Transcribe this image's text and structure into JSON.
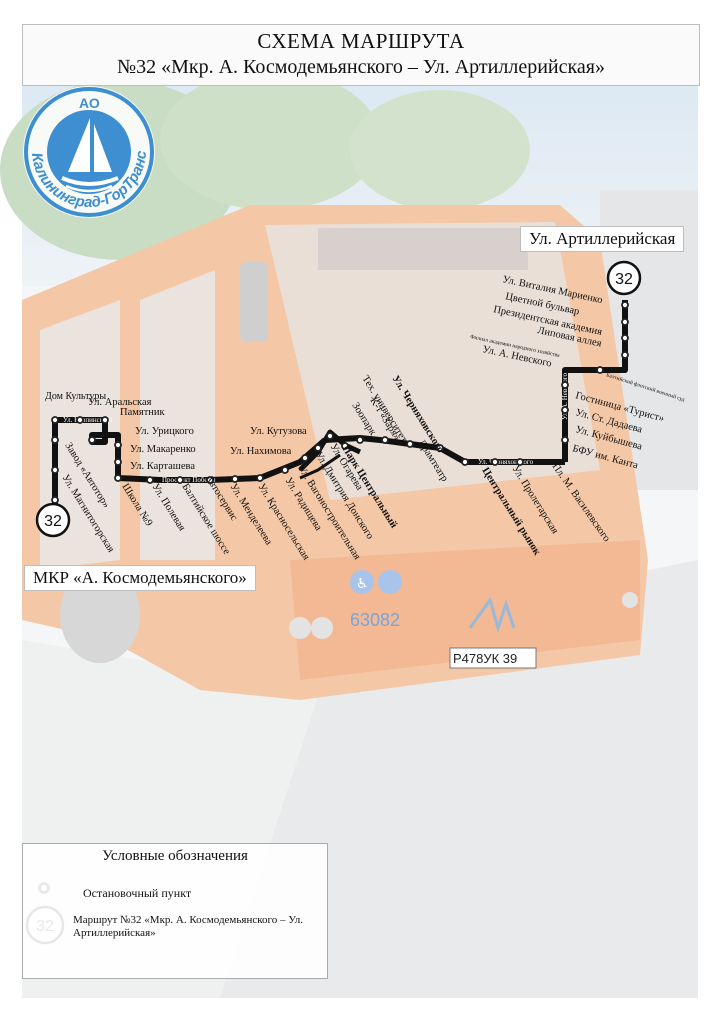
{
  "title": {
    "line1": "СХЕМА МАРШРУТА",
    "line2": "№32 «Мкр. А. Космодемьянского – Ул. Артиллерийская»"
  },
  "logo": {
    "top_text": "АО",
    "ring_text": "Калининград-ГорТранс",
    "icon": "sailboat-icon",
    "color": "#3d8fd1"
  },
  "route": {
    "number": "32",
    "line_color": "#111111",
    "start_label": "МКР «А. Космодемьянского»",
    "end_label": "Ул. Артиллерийская"
  },
  "bus": {
    "plate": "Р478УК 39",
    "fleet_number": "63082",
    "body_color": "#e8742c"
  },
  "stops": {
    "dom_kultury": "Дом Культуры",
    "aralskaya": "Ул. Аральская",
    "pamyatnik": "Памятник",
    "karpinsky_street": "Ул. Карпинского",
    "uritskogo": "Ул. Урицкого",
    "makarenko": "Ул. Макаренко",
    "kartasheva": "Ул. Карташева",
    "kutuzova": "Ул. Кутузова",
    "nakhimova": "Ул. Нахимова",
    "zavod_avtotor": "Завод «Автотор»",
    "magnitogorskaya": "Ул. Магнитогорская",
    "shkola9": "Школа №9",
    "polevaya": "Ул. Полевая",
    "baltiyskoe_shosse": "Балтийское шоссе",
    "avtoservis": "Автосервис",
    "mendeleeva": "Ул. Менделеева",
    "krasnoselskaya": "Ул. Красносельская",
    "radishcheva": "Ул. Радищева",
    "vagonostroitelnaya": "Ул. Вагоностроительная",
    "dmitriya_donskogo": "Ул. Дмитрия Донского",
    "ogareva": "Ул. Огарева",
    "park_centralny": "Парк Центральный",
    "kt_zarya": "К-т «Заря»",
    "zoopark": "Зоопарк",
    "tekh_universitet": "Тех. университет",
    "dramteatr": "Драмтеатр",
    "chernyakhovskogo": "Ул. Черняховского",
    "centralny_rynok": "Центральный рынок",
    "proletarskaya": "Ул. Пролетарская",
    "pl_vasilevskogo": "Пл. М. Василевского",
    "vitaliya_marienko": "Ул. Виталия Мариенко",
    "cvetnoy_bulvar": "Цветной бульвар",
    "prezidentskaya": "Президентская академия",
    "lipovaya": "Липовая аллея",
    "filial_academy": "Филиал академии народного хозяйства",
    "nevskogo": "Ул. А. Невского",
    "baltic_court": "Балтийский флотский военный суд",
    "gostinica_turist": "Гостиница «Турист»",
    "dadaeva": "Ул. Ст. Дадаева",
    "kuybysheva": "Ул. Куйбышева",
    "bfu_kanta": "БФУ им. Канта"
  },
  "streets": {
    "prospect_pobedy": "Проспект Победы",
    "karpinsky": "Ул. Карпинского",
    "chernyakhovskogo": "Ул. Черняховского",
    "a_nevskogo": "Ул. А. Невского"
  },
  "legend": {
    "title": "Условные обозначения",
    "stop_text": "Остановочный пункт",
    "route_number": "32",
    "route_text": "Маршрут №32 «Мкр. А. Космодемьянского – Ул. Артиллерийская»"
  }
}
